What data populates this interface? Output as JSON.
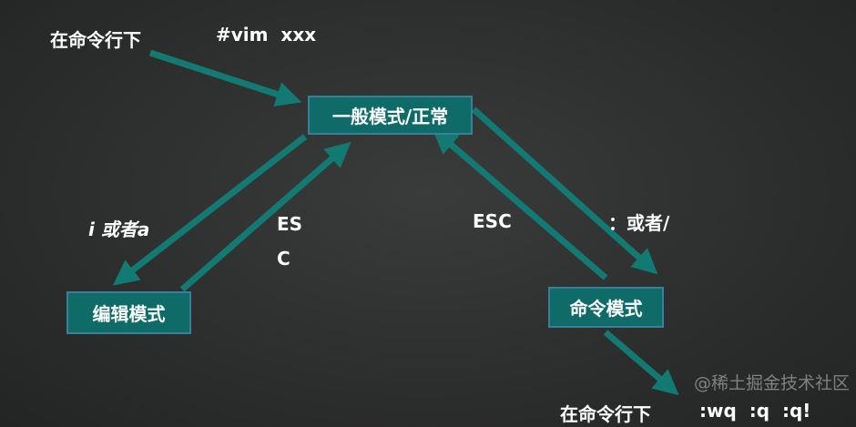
{
  "labels": {
    "top_left": "在命令行下",
    "command": "#vim  xxx",
    "to_insert": "i 或者a",
    "esc_split_1": "ES",
    "esc_split_2": "C",
    "esc": "ESC",
    "to_command": "：或者/",
    "bottom_left": "在命令行下",
    "quit_commands": ":wq  :q  :q!"
  },
  "nodes": {
    "normal": "一般模式/正常",
    "insert": "编辑模式",
    "command": "命令模式"
  },
  "watermark": "@稀土掘金技术社区",
  "colors": {
    "node_fill": "#0f6b68",
    "node_border": "#3a7f9a",
    "arrow": "#127a72",
    "background": "#2e2f2f"
  }
}
